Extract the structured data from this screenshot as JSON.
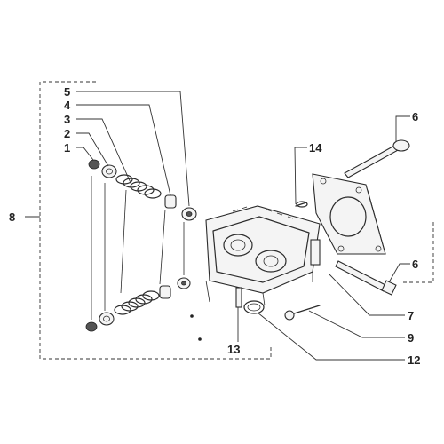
{
  "diagram": {
    "callouts": {
      "c1": "1",
      "c2": "2",
      "c3": "3",
      "c4": "4",
      "c5": "5",
      "c6a": "6",
      "c6b": "6",
      "c7": "7",
      "c8": "8",
      "c9": "9",
      "c12": "12",
      "c13": "13",
      "c14": "14"
    }
  }
}
